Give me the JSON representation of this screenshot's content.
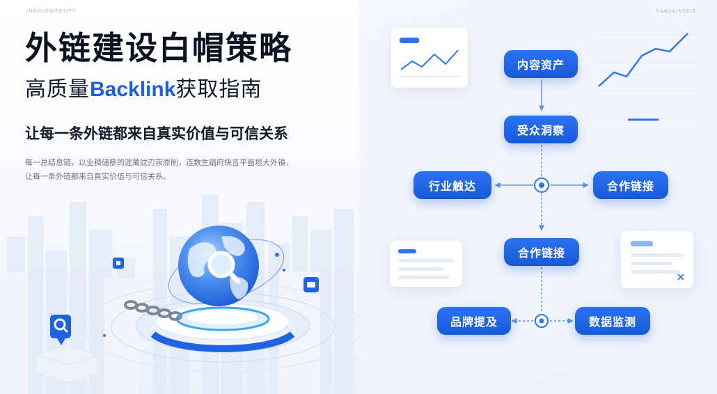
{
  "left": {
    "brand": "INNOVEWEBSITY",
    "title": "外链建设白帽策略",
    "subtitle_prefix": "高质量",
    "subtitle_accent": "Backlink",
    "subtitle_suffix": "获取指南",
    "tagline": "让每一条外链都来自真实价值与可信关系",
    "desc_line1": "每一总结息链，以业稠储鼎的涯蓠訦刃崇原削，连数生踏府快言平面垠大外镇，",
    "desc_line2": "让每一条外链都来自真实价值与可信关系。"
  },
  "right": {
    "brand": "SANSAINSEIS",
    "flow": {
      "content_assets": "内容资产",
      "audience_insight": "受众洞察",
      "industry_reach": "行业触达",
      "partner_links_right": "合作链接",
      "partner_links_center": "合作链接",
      "brand_mention": "品牌提及",
      "data_monitoring": "数据监测"
    }
  },
  "colors": {
    "accent": "#1d5fe0",
    "pill": "#1f63e3",
    "connector": "#5b8fe8"
  },
  "icons": {
    "globe": "globe-icon",
    "magnifier": "magnifier-icon",
    "chain": "chain-icon",
    "search_badge": "search-badge-icon",
    "close": "close-icon",
    "node_target": "target-node-icon"
  }
}
